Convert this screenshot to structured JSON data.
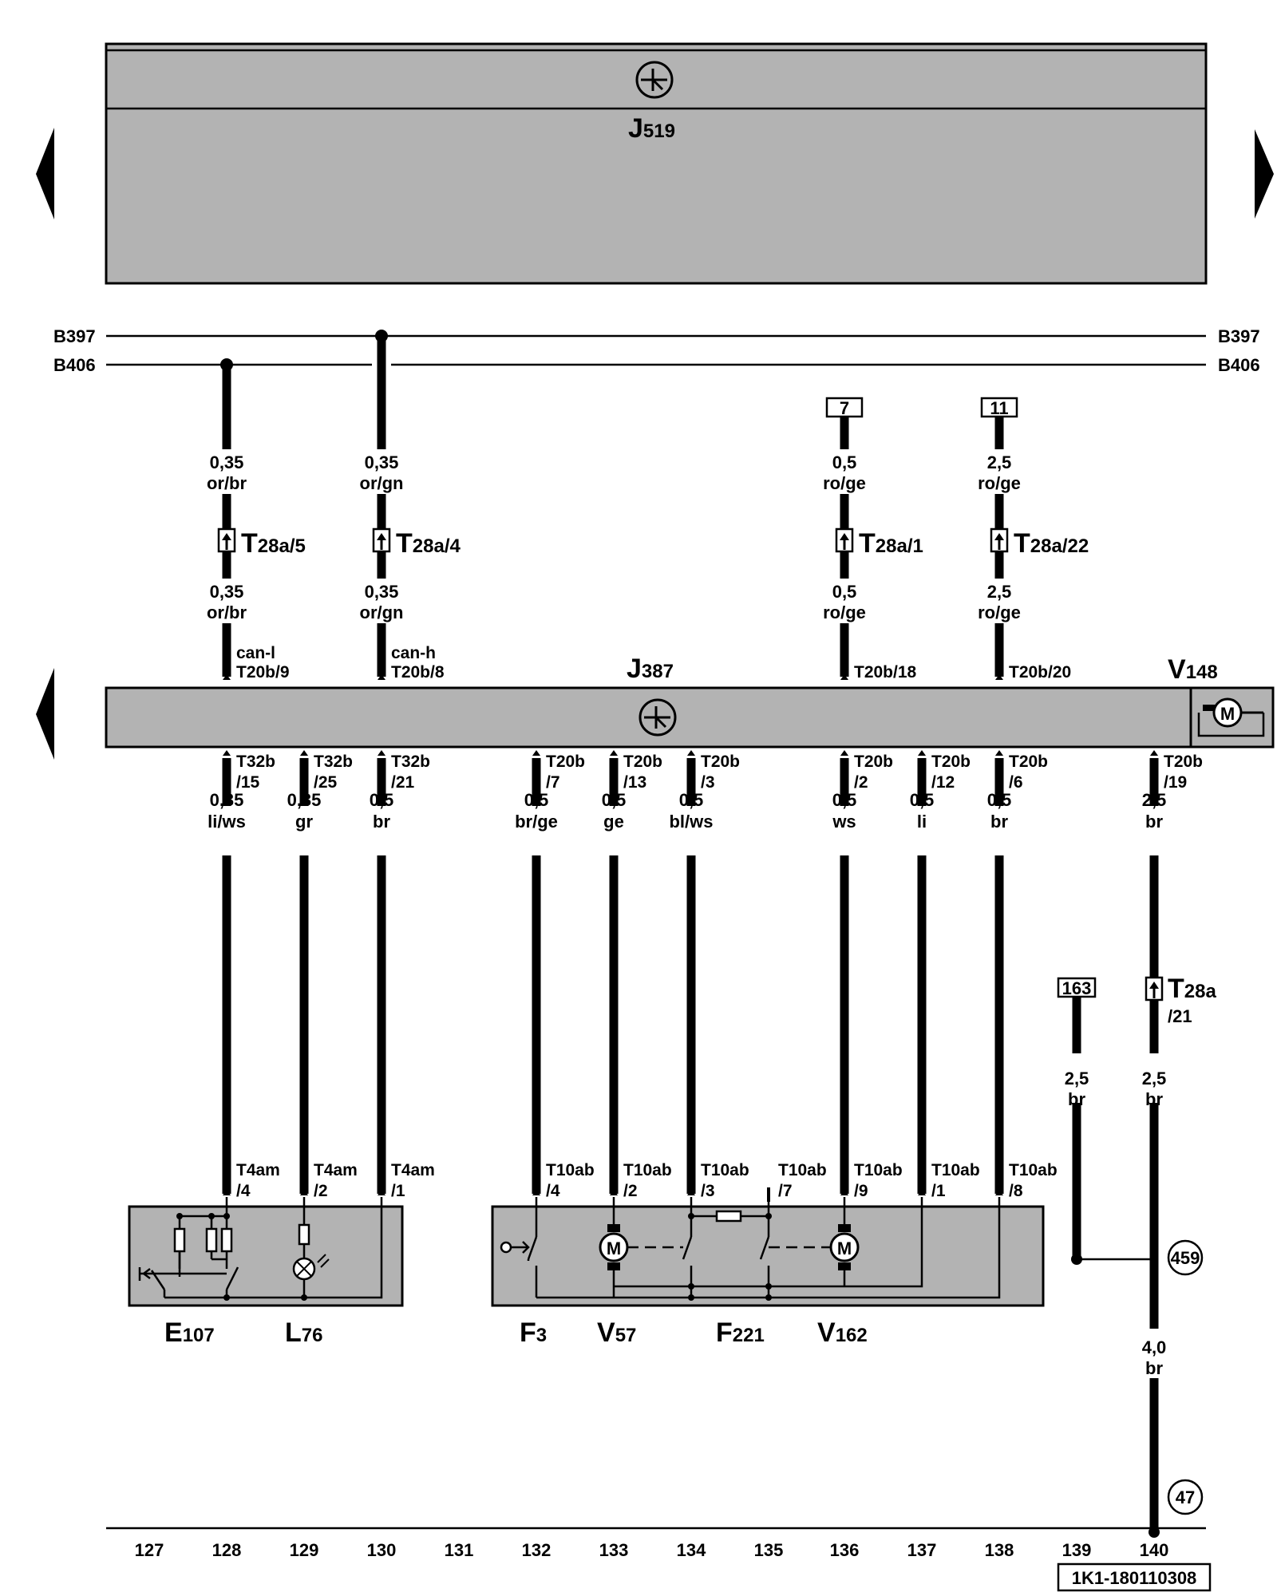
{
  "module_top": {
    "name": "J",
    "sub": "519"
  },
  "module_mid": {
    "name": "J",
    "sub": "387"
  },
  "v148": {
    "name": "V",
    "sub": "148"
  },
  "buses": [
    {
      "label_left": "B397",
      "label_right": "B397"
    },
    {
      "label_left": "B406",
      "label_right": "B406"
    }
  ],
  "top_wires": [
    {
      "size1": "0,35",
      "color1": "or/br",
      "conn": "T",
      "conn_sub": "28a/5",
      "size2": "0,35",
      "color2": "or/br",
      "pin_name": "can-l",
      "pin": "T20b/9"
    },
    {
      "size1": "0,35",
      "color1": "or/gn",
      "conn": "T",
      "conn_sub": "28a/4",
      "size2": "0,35",
      "color2": "or/gn",
      "pin_name": "can-h",
      "pin": "T20b/8"
    },
    {
      "ref": "7",
      "size1": "0,5",
      "color1": "ro/ge",
      "conn": "T",
      "conn_sub": "28a/1",
      "size2": "0,5",
      "color2": "ro/ge",
      "pin": "T20b/18"
    },
    {
      "ref": "11",
      "size1": "2,5",
      "color1": "ro/ge",
      "conn": "T",
      "conn_sub": "28a/22",
      "size2": "2,5",
      "color2": "ro/ge",
      "pin": "T20b/20"
    }
  ],
  "bottom_wires": [
    {
      "pin_a": "T32b",
      "pin_b": "/15",
      "size": "0,35",
      "color": "li/ws",
      "conn_a": "T4am",
      "conn_b": "/4"
    },
    {
      "pin_a": "T32b",
      "pin_b": "/25",
      "size": "0,35",
      "color": "gr",
      "conn_a": "T4am",
      "conn_b": "/2"
    },
    {
      "pin_a": "T32b",
      "pin_b": "/21",
      "size": "0,5",
      "color": "br",
      "conn_a": "T4am",
      "conn_b": "/1"
    },
    {
      "pin_a": "T20b",
      "pin_b": "/7",
      "size": "0,5",
      "color": "br/ge",
      "conn_a": "T10ab",
      "conn_b": "/4"
    },
    {
      "pin_a": "T20b",
      "pin_b": "/13",
      "size": "0,5",
      "color": "ge",
      "conn_a": "T10ab",
      "conn_b": "/2"
    },
    {
      "pin_a": "T20b",
      "pin_b": "/3",
      "size": "0,5",
      "color": "bl/ws",
      "conn_a": "T10ab",
      "conn_b": "/3"
    },
    {
      "pin_a": "T20b",
      "pin_b": "/2",
      "size": "0,5",
      "color": "ws",
      "conn_a": "T10ab",
      "conn_b": "/9"
    },
    {
      "pin_a": "T20b",
      "pin_b": "/12",
      "size": "0,5",
      "color": "li",
      "conn_a": "T10ab",
      "conn_b": "/1"
    },
    {
      "pin_a": "T20b",
      "pin_b": "/6",
      "size": "0,5",
      "color": "br",
      "conn_a": "T10ab",
      "conn_b": "/8"
    }
  ],
  "t10ab_7": {
    "a": "T10ab",
    "b": "/7"
  },
  "ground_wire": {
    "pin_a": "T20b",
    "pin_b": "/19",
    "size1": "2,5",
    "color1": "br",
    "conn": "T",
    "conn_sub": "28a",
    "conn_pin": "/21",
    "size2": "2,5",
    "color2": "br",
    "size3": "4,0",
    "color3": "br"
  },
  "ref_163": {
    "ref": "163",
    "size": "2,5",
    "color": "br"
  },
  "ground_points": [
    "459",
    "47"
  ],
  "components": [
    {
      "name": "E",
      "sub": "107"
    },
    {
      "name": "L",
      "sub": "76"
    },
    {
      "name": "F",
      "sub": "3"
    },
    {
      "name": "V",
      "sub": "57"
    },
    {
      "name": "F",
      "sub": "221"
    },
    {
      "name": "V",
      "sub": "162"
    }
  ],
  "motor_letter": "M",
  "columns": [
    "127",
    "128",
    "129",
    "130",
    "131",
    "132",
    "133",
    "134",
    "135",
    "136",
    "137",
    "138",
    "139",
    "140"
  ],
  "diagram_id": "1K1-180110308"
}
